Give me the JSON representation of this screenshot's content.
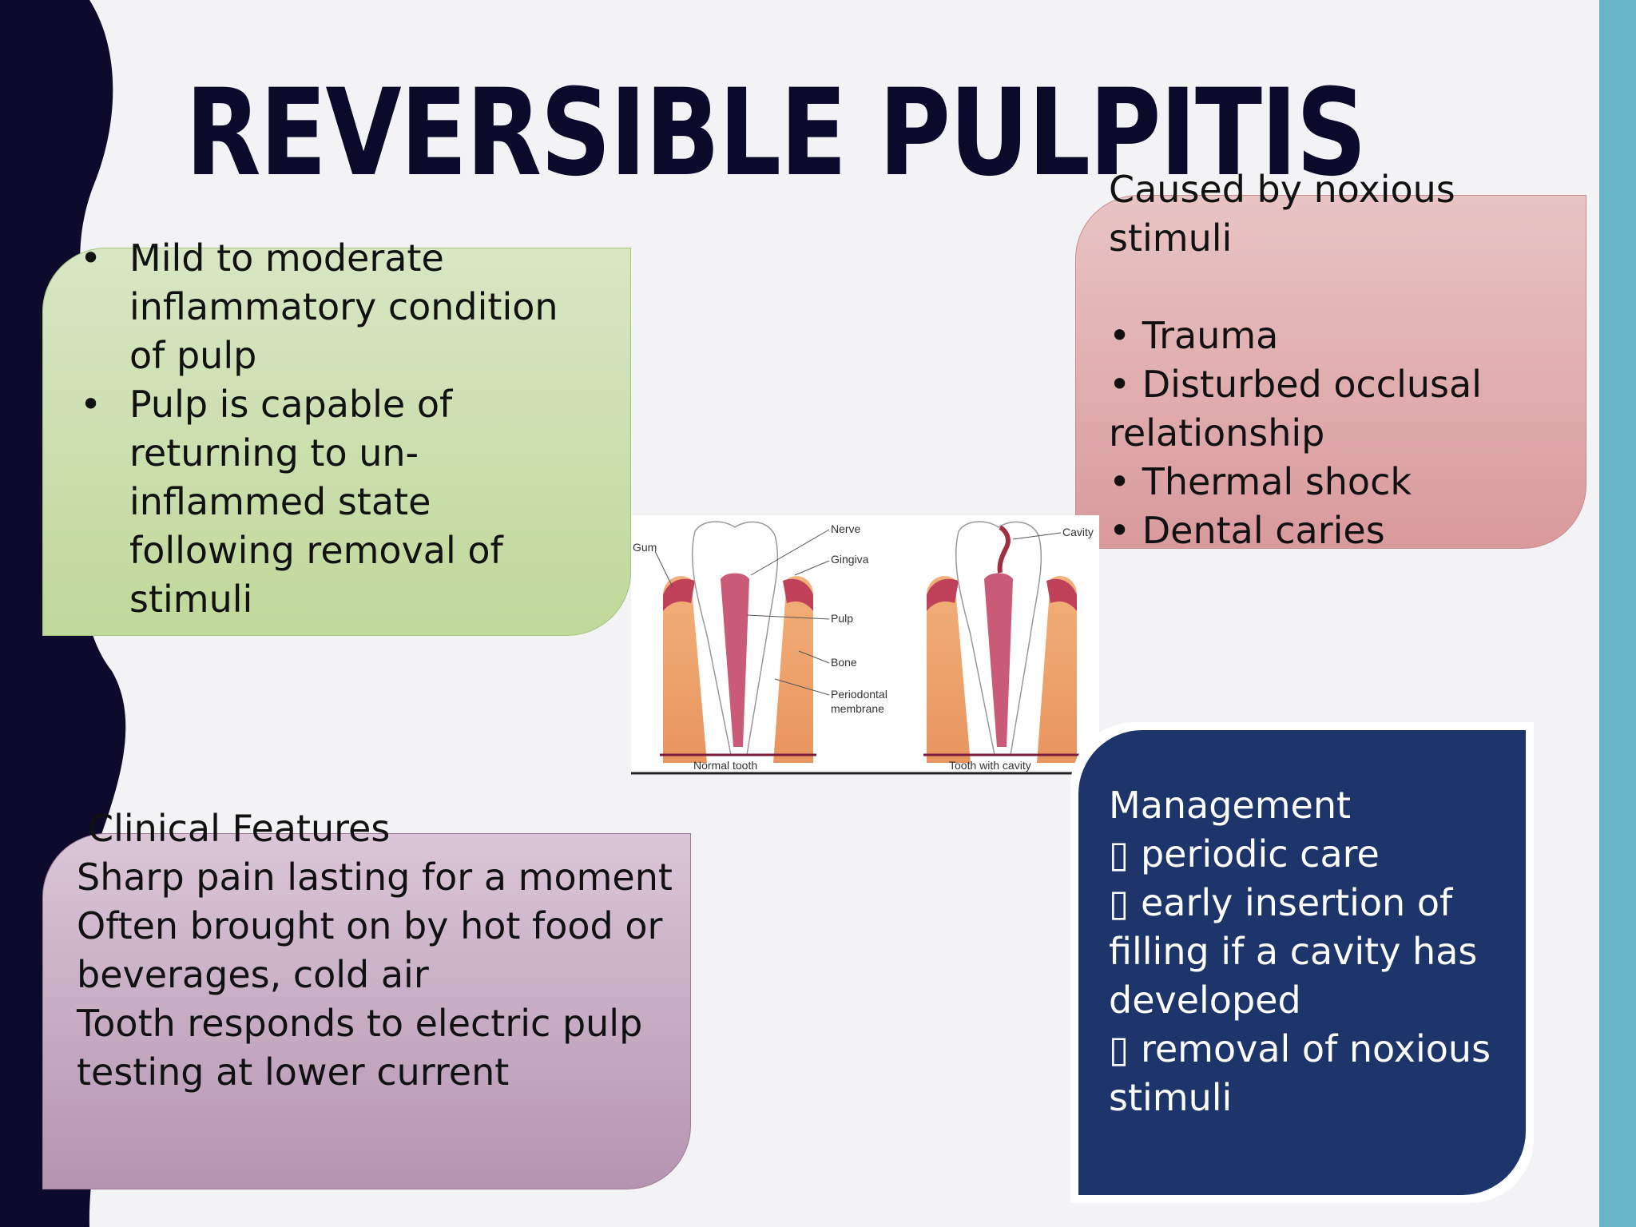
{
  "title": "REVERSIBLE PULPITIS",
  "definition": {
    "items": [
      "Mild to moderate inflammatory condition of pulp",
      " Pulp is capable of returning to un-inflammed state following removal of stimuli"
    ]
  },
  "causes": {
    "heading": "Caused by noxious stimuli",
    "items": [
      "• Trauma",
      "• Disturbed occlusal relationship",
      "• Thermal shock",
      "•   Dental caries"
    ]
  },
  "clinical": {
    "heading": "Clinical Features",
    "lines": [
      " Sharp pain lasting for a moment",
      "Often brought on by hot food or beverages, cold air",
      "Tooth responds to electric pulp testing at lower current"
    ]
  },
  "management": {
    "heading": " Management",
    "items": [
      " periodic care",
      " early insertion of filling if a cavity has developed",
      " removal of noxious stimuli"
    ]
  },
  "diagram": {
    "labels": {
      "gum": "Gum",
      "nerve": "Nerve",
      "gingiva": "Gingiva",
      "pulp": "Pulp",
      "bone": "Bone",
      "periodontal_1": "Periodontal",
      "periodontal_2": "membrane",
      "cavity": "Cavity",
      "normal_caption": "Normal tooth",
      "cavity_caption": "Tooth with cavity"
    }
  },
  "colors": {
    "title": "#0b0a2b",
    "left_band": "#0d0a2b",
    "right_band": "#67b3c8",
    "management_box": "#1d356b"
  }
}
